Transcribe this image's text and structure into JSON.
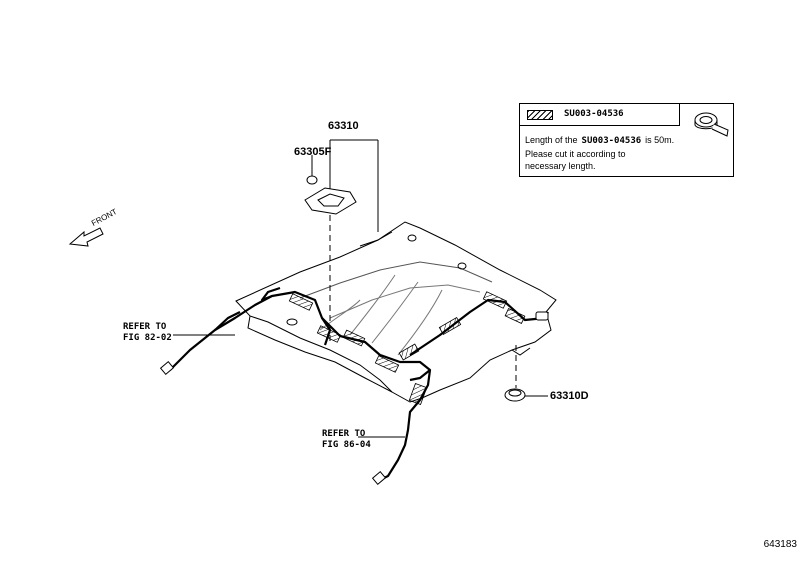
{
  "parts": {
    "headlining": "63310",
    "clip": "63305F",
    "fastener": "63310D"
  },
  "refs": {
    "ref1_line1": "REFER TO",
    "ref1_line2": "FIG 82-02",
    "ref2_line1": "REFER TO",
    "ref2_line2": "FIG 86-04"
  },
  "direction": "FRONT",
  "note": {
    "code": "SU003-04536",
    "line1_prefix": "Length of the",
    "line1_code": "SU003-04536",
    "line1_suffix": "is 50m.",
    "line2": "Please cut it according to",
    "line3": "necessary length."
  },
  "figure_number": "643183"
}
